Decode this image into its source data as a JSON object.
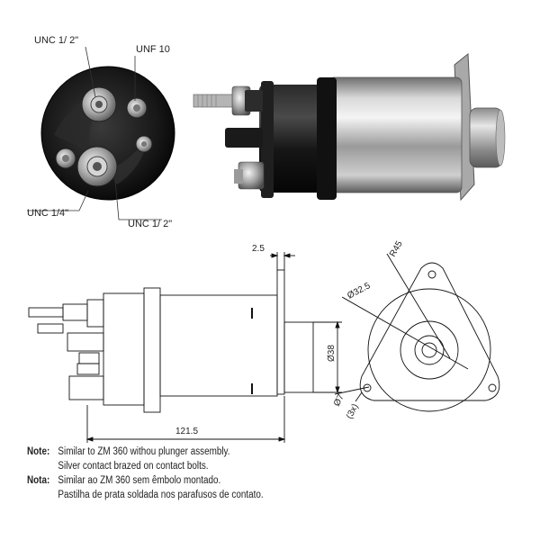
{
  "photo_labels": {
    "unc_top": "UNC 1/ 2\"",
    "unf": "UNF 10",
    "unc_quarter": "UNC 1/4\"",
    "unc_bottom": "UNC 1/ 2\""
  },
  "dimensions": {
    "plate_thickness": "2.5",
    "length": "121.5",
    "plunger_diameter": "Ø38",
    "bolt_circle": "Ø32.5",
    "radius": "R45",
    "hole_diameter": "Ø7",
    "hole_count": "(3x)"
  },
  "notes": {
    "note_en_label": "Note:",
    "note_en_line1": "Similar to ZM 360 withou plunger assembly.",
    "note_en_line2": "Silver contact brazed on contact bolts.",
    "note_pt_label": "Nota:",
    "note_pt_line1": "Similar ao ZM 360 sem êmbolo montado.",
    "note_pt_line2": "Pastilha de prata soldada nos parafusos de contato."
  }
}
